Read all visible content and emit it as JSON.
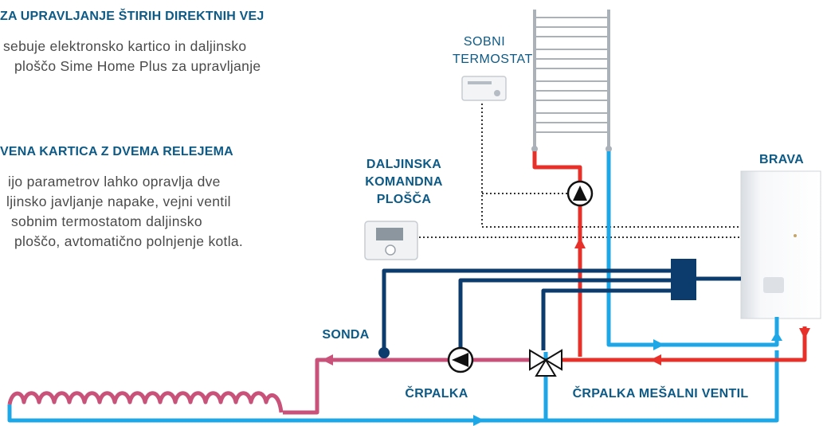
{
  "text": {
    "heading1": "ZA UPRAVLJANJE ŠTIRIH DIREKTNIH VEJ",
    "body1": [
      "sebuje elektronsko kartico in daljinsko",
      "ploščo Sime Home Plus za upravljanje"
    ],
    "heading2": "VENA KARTICA Z DVEMA RELEJEMA",
    "body2": [
      "ijo parametrov lahko opravlja dve",
      "ljinsko javljanje napake, vejni ventil",
      "sobnim termostatom daljinsko",
      "ploščo, avtomatično polnjenje kotla."
    ]
  },
  "labels": {
    "thermostat": [
      "SOBNI",
      "TERMOSTAT"
    ],
    "remote_panel": [
      "DALJINSKA",
      "KOMANDNA",
      "PLOŠČA"
    ],
    "boiler": "BRAVA",
    "probe": "SONDA",
    "pump": "ČRPALKA",
    "pump_valve": "ČRPALKA MEŠALNI VENTIL"
  },
  "colors": {
    "hot": "#e8302a",
    "cold": "#1ea7e6",
    "floor": "#c9527a",
    "control": "#0c3b6e",
    "text": "#0d5a86"
  }
}
